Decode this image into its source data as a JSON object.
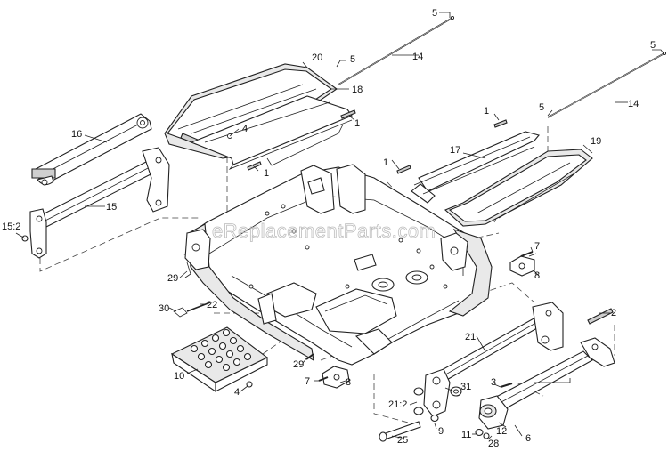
{
  "watermark": "eReplacementParts.com",
  "callouts": {
    "c5a": "5",
    "c14a": "14",
    "c20": "20",
    "c5b": "5",
    "c18": "18",
    "c16": "16",
    "c4a": "4",
    "c1a": "1",
    "c1b": "1",
    "c15": "15",
    "c15_2": "15:2",
    "c5c": "5",
    "c14b": "14",
    "c1c": "1",
    "c17": "17",
    "c19": "19",
    "c1d": "1",
    "c7a": "7",
    "c8a": "8",
    "c29a": "29",
    "c30": "30",
    "c22": "22",
    "c2": "2",
    "c21": "21",
    "c10": "10",
    "c29b": "29",
    "c7b": "7",
    "c8b": "8",
    "c4b": "4",
    "c3": "3",
    "c31": "31",
    "c21_2": "21:2",
    "c9": "9",
    "c25": "25",
    "c12": "12",
    "c11": "11",
    "c28": "28",
    "c6": "6"
  }
}
